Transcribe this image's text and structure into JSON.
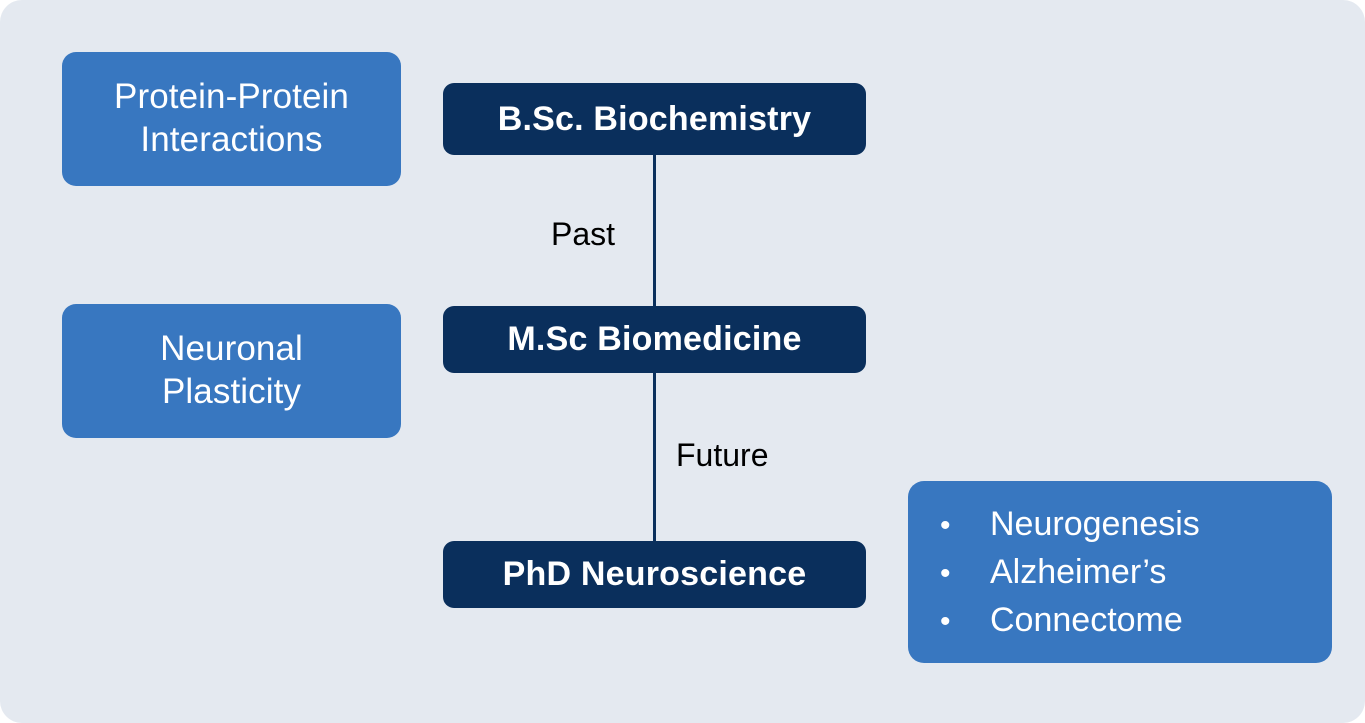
{
  "canvas": {
    "background_color": "#E4E9F0",
    "accent_blue": "#3877C0",
    "accent_navy": "#0A2F5C",
    "text_light": "#FFFFFF",
    "text_dark": "#000000"
  },
  "topics": [
    {
      "id": "protein-protein-interactions",
      "label": "Protein-Protein\nInteractions"
    },
    {
      "id": "neuronal-plasticity",
      "label": "Neuronal\nPlasticity"
    }
  ],
  "degrees": [
    {
      "id": "bsc",
      "label": "B.Sc. Biochemistry"
    },
    {
      "id": "msc",
      "label": "M.Sc Biomedicine"
    },
    {
      "id": "phd",
      "label": "PhD Neuroscience"
    }
  ],
  "connector_labels": {
    "past": "Past",
    "future": "Future"
  },
  "research_list": {
    "bullet_glyph": "•",
    "items": [
      {
        "label": "Neurogenesis"
      },
      {
        "label": "Alzheimer’s"
      },
      {
        "label": "Connectome"
      }
    ]
  }
}
